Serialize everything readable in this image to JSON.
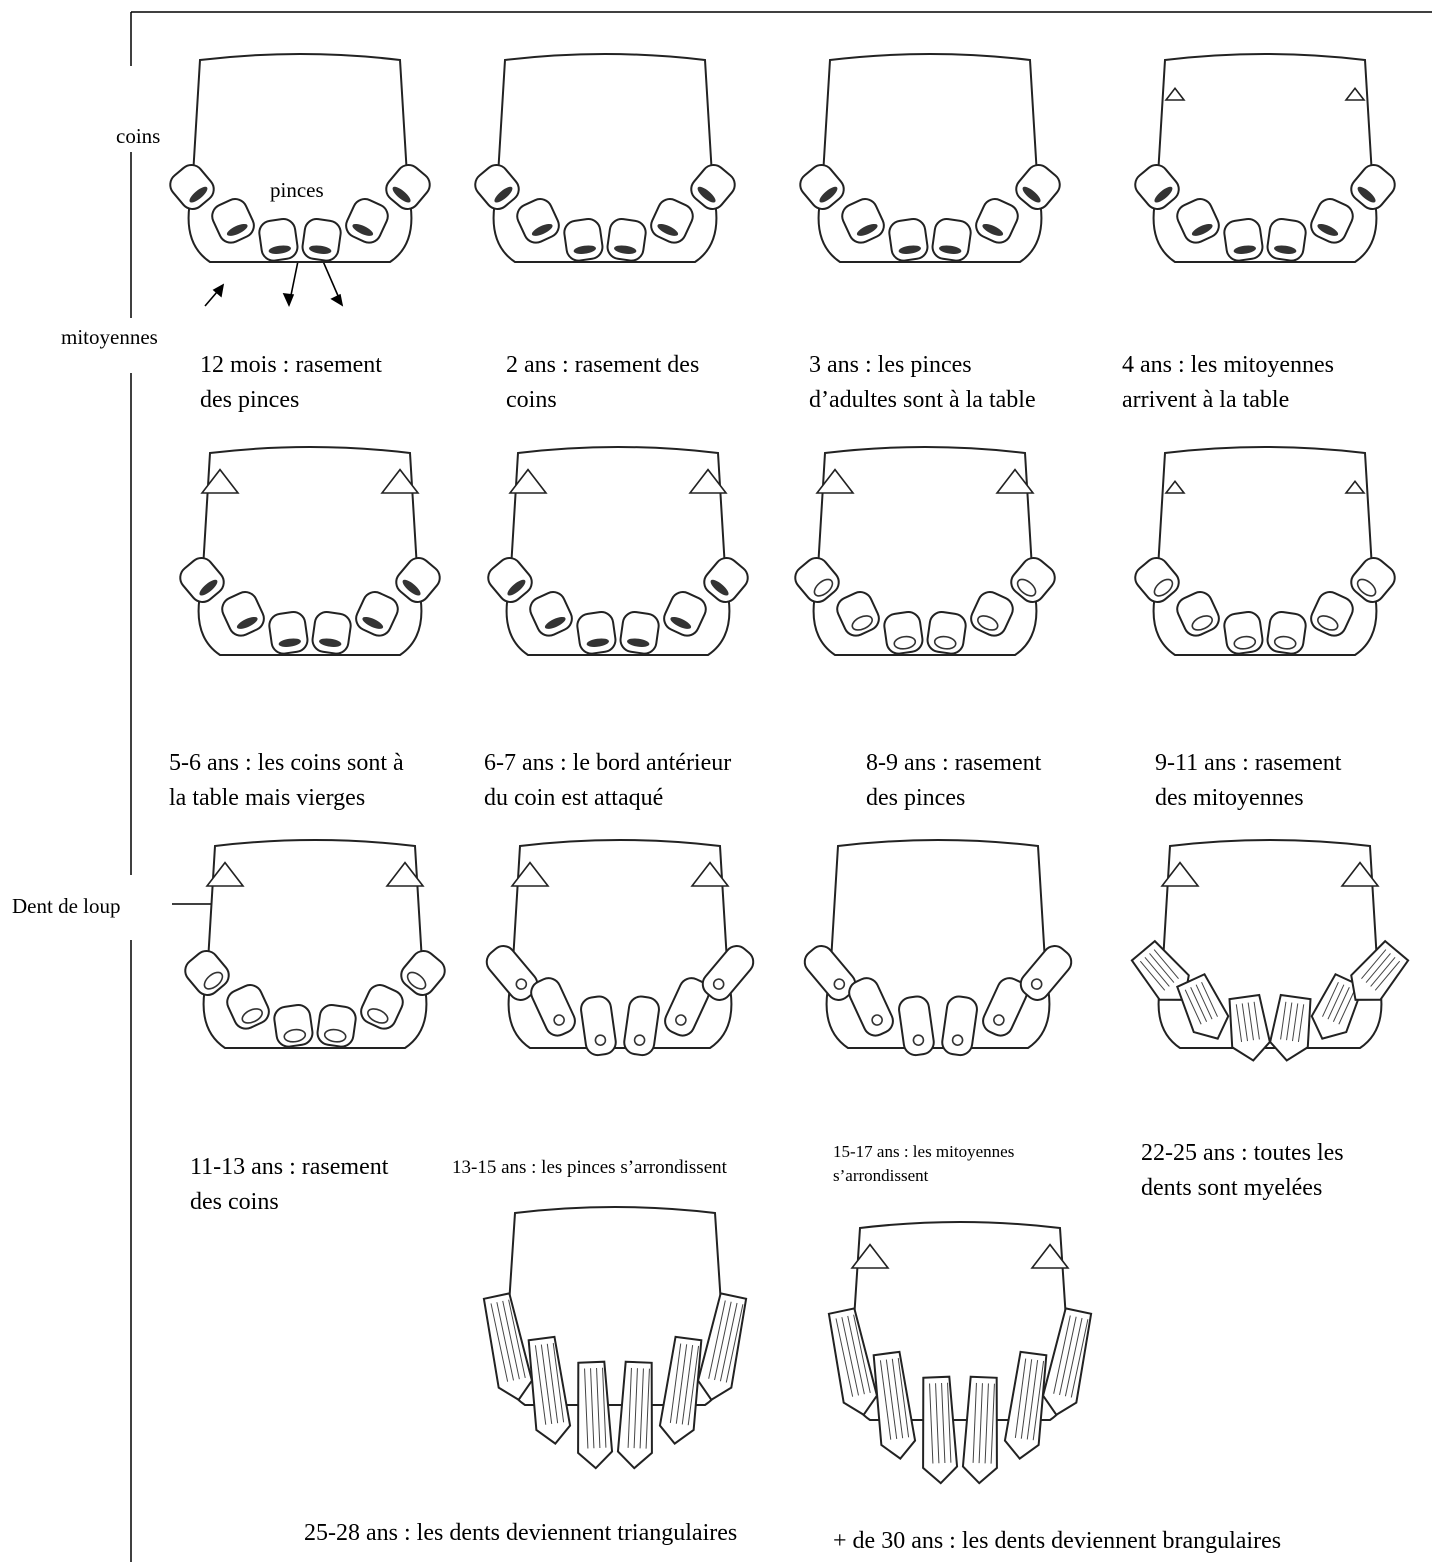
{
  "labels": {
    "coins": "coins",
    "pinces": "pinces",
    "mitoyennes": "mitoyennes",
    "dent_de_loup": "Dent de loup"
  },
  "stages": [
    {
      "caption": "12 mois : rasement\ndes pinces",
      "style": "milk",
      "canine": "none",
      "table": "oval"
    },
    {
      "caption": "2 ans : rasement des\ncoins",
      "style": "milk",
      "canine": "none",
      "table": "oval"
    },
    {
      "caption": "3 ans : les pinces\nd’adultes sont à la table",
      "style": "young",
      "canine": "none",
      "table": "oval"
    },
    {
      "caption": "4 ans : les mitoyennes\narrivent à la table",
      "style": "young",
      "canine": "small",
      "table": "oval"
    },
    {
      "caption": "5-6 ans : les coins sont à\nla table mais vierges",
      "style": "adult",
      "canine": "big",
      "table": "oval"
    },
    {
      "caption": "6-7 ans : le bord antérieur\ndu coin est attaqué",
      "style": "adult",
      "canine": "big",
      "table": "oval"
    },
    {
      "caption": "8-9 ans : rasement\ndes pinces",
      "style": "adult",
      "canine": "big",
      "table": "ring"
    },
    {
      "caption": "9-11 ans : rasement\ndes mitoyennes",
      "style": "adult",
      "canine": "small",
      "table": "ring"
    },
    {
      "caption": "11-13 ans : rasement\ndes coins",
      "style": "adult",
      "canine": "big",
      "table": "ring"
    },
    {
      "caption": "13-15 ans : les pinces s’arrondissent",
      "style": "old",
      "canine": "big",
      "table": "round"
    },
    {
      "caption": "15-17 ans : les mitoyennes\ns’arrondissent",
      "style": "old",
      "canine": "none",
      "table": "round"
    },
    {
      "caption": "22-25 ans : toutes les\ndents sont myelées",
      "style": "old",
      "canine": "big",
      "table": "tri"
    },
    {
      "caption": "25-28 ans : les dents deviennent triangulaires",
      "style": "long",
      "canine": "none",
      "table": "tri"
    },
    {
      "caption": "+ de 30 ans : les dents deviennent brangulaires",
      "style": "long",
      "canine": "big",
      "table": "tri"
    }
  ]
}
